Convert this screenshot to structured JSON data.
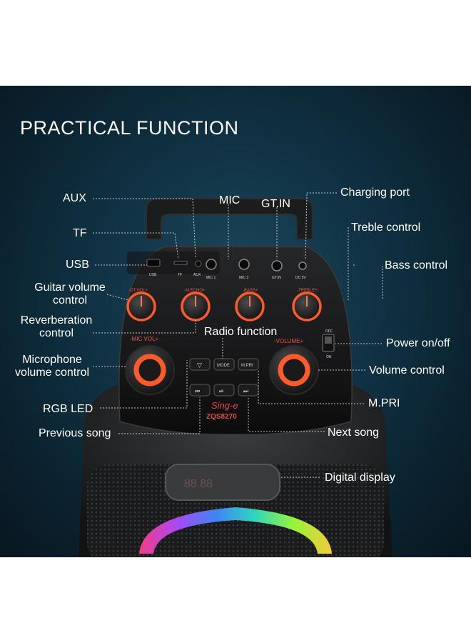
{
  "heading": "PRACTICAL FUNCTION",
  "callouts": {
    "aux": "AUX",
    "mic": "MIC",
    "gtin": "GT.IN",
    "charging_port": "Charging port",
    "tf": "TF",
    "treble_control": "Treble control",
    "usb": "USB",
    "bass_control": "Bass control",
    "guitar_volume_control": "Guitar volume control",
    "reverberation_control": "Reverberation control",
    "radio_function": "Radio function",
    "power_on_off": "Power on/off",
    "microphone_volume_control": "Microphone volume control",
    "volume_control": "Volume control",
    "rgb_led": "RGB LED",
    "mpri": "M.PRI",
    "previous_song": "Previous song",
    "next_song": "Next song",
    "digital_display": "Digital display"
  },
  "panel_labels": {
    "usb": "USB",
    "tf": "TF",
    "aux": "AUX",
    "mic1": "MIC 1",
    "mic2": "MIC 2",
    "gtin": "GT.IN",
    "dc": "DC 5V",
    "gt_vol": "-GT.VOL+",
    "m_echo": "-M.ECHO+",
    "bass": "-BASS+",
    "treble": "-TREBLE+",
    "mic_vol": "-MIC VOL+",
    "volume": "-VOLUME+",
    "off": "OFF",
    "on": "ON",
    "mode": "MODE",
    "mpri": "M.PRI",
    "brand": "Sing-e",
    "model": "ZQS8270"
  },
  "colors": {
    "background": "#0f2f40",
    "knob_ring": "#ff5a2a",
    "text": "#ffffff"
  }
}
